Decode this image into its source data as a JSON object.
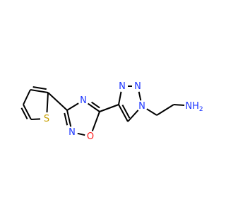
{
  "molecule": {
    "atoms": [
      {
        "id": "s_thio",
        "label": "S",
        "color": "#c8a000",
        "name": "thiophene-sulfur-label"
      },
      {
        "id": "n_oxa_top",
        "label": "N",
        "color": "#1a33ff",
        "name": "oxadiazole-nitrogen-top-label"
      },
      {
        "id": "n_oxa_bot",
        "label": "N",
        "color": "#1a33ff",
        "name": "oxadiazole-nitrogen-bottom-label"
      },
      {
        "id": "o_oxa",
        "label": "O",
        "color": "#ff1a1a",
        "name": "oxadiazole-oxygen-label"
      },
      {
        "id": "n_tri_1",
        "label": "N",
        "color": "#1a33ff",
        "name": "triazole-nitrogen-1-label"
      },
      {
        "id": "n_tri_2",
        "label": "N",
        "color": "#1a33ff",
        "name": "triazole-nitrogen-2-label"
      },
      {
        "id": "n_tri_3",
        "label": "N",
        "color": "#1a33ff",
        "name": "triazole-nitrogen-3-label"
      },
      {
        "id": "nh2",
        "label": "NH",
        "sub": "2",
        "color": "#1a33ff",
        "name": "amine-nh2-label"
      }
    ],
    "bond_color": "#000000"
  }
}
